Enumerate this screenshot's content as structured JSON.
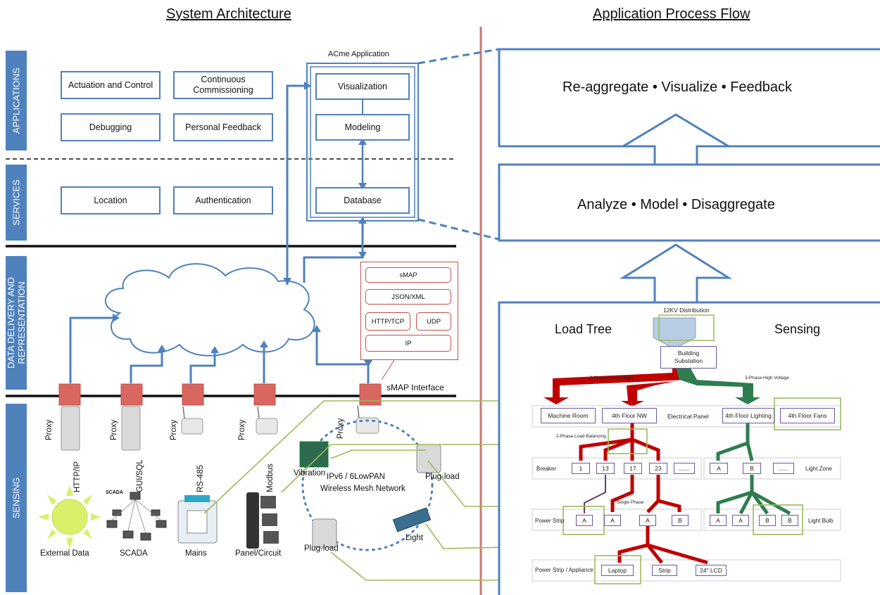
{
  "titles": {
    "left": "System Architecture",
    "right": "Application Process Flow"
  },
  "layers": {
    "applications": "APPLICATIONS",
    "services": "SERVICES",
    "data_delivery": "DATA DELIVERY AND\nREPRESENTATION",
    "sensing": "SENSING"
  },
  "apps": {
    "actuation": "Actuation and Control",
    "commissioning": "Continuous Commissioning",
    "debugging": "Debugging",
    "personal_feedback": "Personal Feedback"
  },
  "services": {
    "location": "Location",
    "authentication": "Authentication"
  },
  "acme": {
    "title": "ACme Application",
    "visualization": "Visualization",
    "modeling": "Modeling",
    "database": "Database"
  },
  "stack": {
    "smap": "sMAP",
    "json": "JSON/XML",
    "http": "HTTP/TCP",
    "udp": "UDP",
    "ip": "IP",
    "interface": "sMAP Interface"
  },
  "sources": {
    "proxy": "Proxy",
    "http_ip": "HTTP/IP",
    "gui_sql": "GUI/SQL",
    "rs485": "RS-485",
    "modbus": "Modbus",
    "external": "External Data",
    "scada": "SCADA",
    "mains": "Mains",
    "panel": "Panel/Circuit",
    "scada_small": "SCADA"
  },
  "mesh": {
    "vibration": "Vibration",
    "plug1": "Plug-load",
    "plug2": "Plug-load",
    "light": "Light",
    "net1": "IPv6 / 6LowPAN",
    "net2": "Wireless Mesh Network"
  },
  "flow": {
    "top": "Re-aggregate • Visualize • Feedback",
    "mid": "Analyze • Model • Disaggregate"
  },
  "tree": {
    "load_tree": "Load Tree",
    "sensing": "Sensing",
    "distribution": "12KV Distribution",
    "substation": "Building\nSubstation",
    "low_v": "3-Phase Low Voltage",
    "high_v": "3-Phase High Voltage",
    "machine_room": "Machine Room",
    "floor_nw": "4th Floor NW",
    "elec_panel": "Electrical Panel",
    "floor_lighting": "4th Floor Lighting",
    "floor_fans": "4th Floor Fans",
    "two_phase": "2-Phase Load Balancing",
    "breaker": "Breaker",
    "light_zone": "Light Zone",
    "b1": "1",
    "b13": "13",
    "b17": "17",
    "b23": "23",
    "bdots": ".......",
    "la": "A",
    "lb": "B",
    "ldots": "......",
    "single_phase": "Single Phase",
    "power_strip": "Power Strip",
    "light_bulb": "Light Bulb",
    "ps_a1": "A",
    "ps_a2": "A",
    "ps_a3": "A",
    "ps_b": "B",
    "lb_a1": "A",
    "lb_a2": "A",
    "lb_b1": "B",
    "lb_b2": "B",
    "ps_appliance": "Power Strip / Appliance",
    "laptop": "Laptop",
    "strip": "Strip",
    "lcd": "24\" LCD"
  },
  "colors": {
    "blue": "#4f81bd",
    "red": "#c0504d",
    "red_tree": "#c00000",
    "green": "#2e7d4f",
    "olive": "#9bbb59"
  }
}
